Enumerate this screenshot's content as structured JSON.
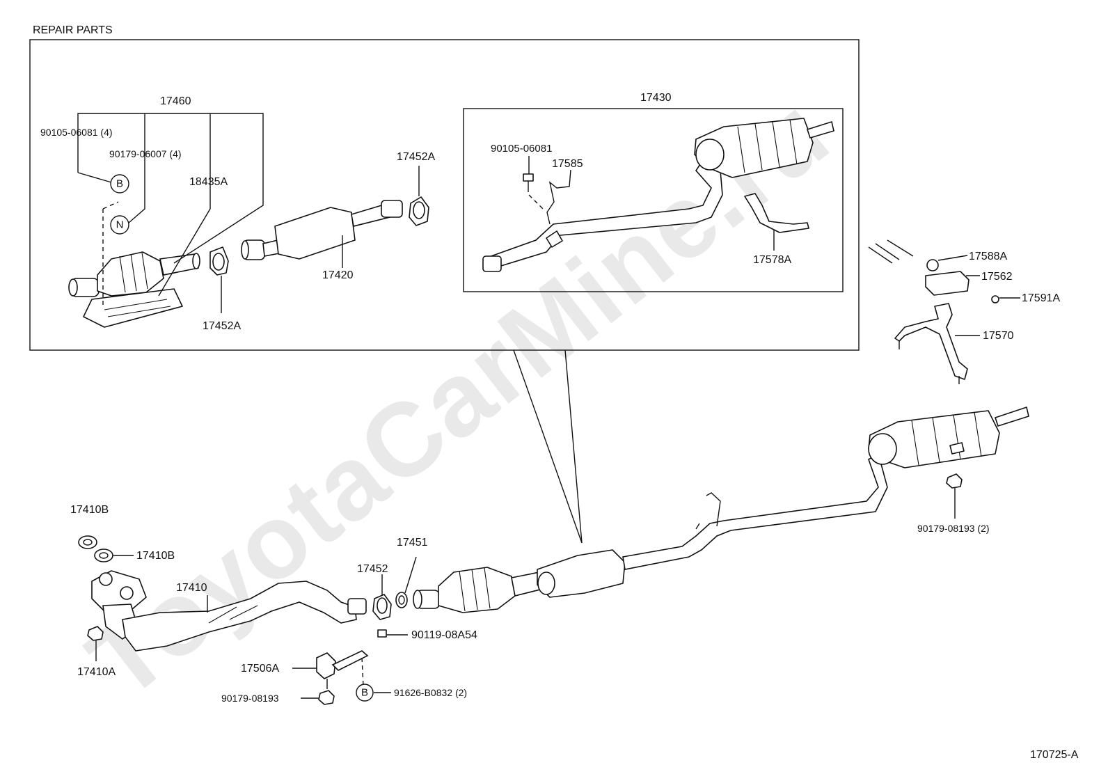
{
  "header": {
    "title": "REPAIR PARTS"
  },
  "diagram_id": "170725-A",
  "watermark": "ToyotaCarMine.ru",
  "callouts": {
    "c17460": "17460",
    "c90105_06081_4": "90105-06081 (4)",
    "c90179_06007_4": "90179-06007 (4)",
    "c18435A": "18435A",
    "c17452A_top": "17452A",
    "c17452A_mid": "17452A",
    "c17420": "17420",
    "c17430": "17430",
    "c90105_06081": "90105-06081",
    "c17585": "17585",
    "c17578A": "17578A",
    "c17588A": "17588A",
    "c17562": "17562",
    "c17591A": "17591A",
    "c17570": "17570",
    "c17410B_a": "17410B",
    "c17410B_b": "17410B",
    "c17410": "17410",
    "c17410A": "17410A",
    "c17452": "17452",
    "c17451": "17451",
    "c90119_08A54": "90119-08A54",
    "c17506A": "17506A",
    "c90179_08193": "90179-08193",
    "c91626_B0832_2": "91626-B0832 (2)",
    "c90179_08193_2": "90179-08193 (2)"
  },
  "markers": {
    "b_top": "B",
    "n_top": "N",
    "b_bottom": "B"
  }
}
